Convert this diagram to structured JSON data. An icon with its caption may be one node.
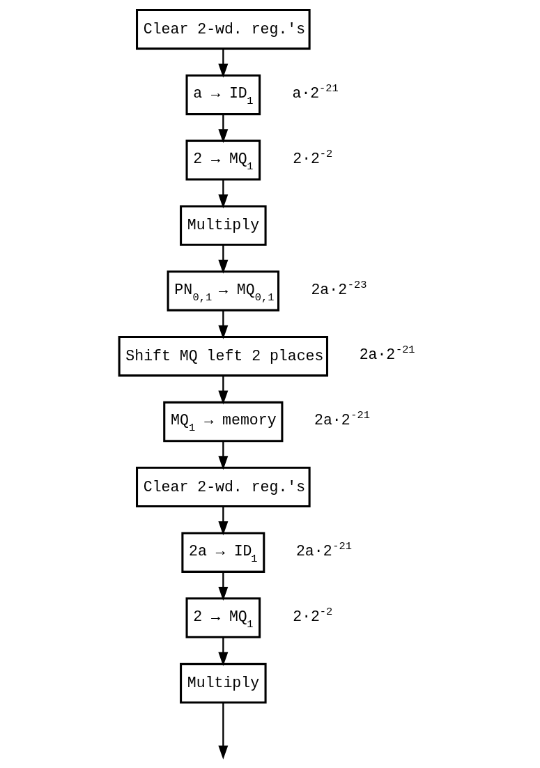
{
  "diagram": {
    "nodes": [
      {
        "text": [
          "Clear 2-wd. reg.'s"
        ]
      },
      {
        "text": [
          "a → ID$_{1}$"
        ],
        "beside": [
          "a·2$^{-21}$"
        ]
      },
      {
        "text": [
          "2 → MQ$_{1}$"
        ],
        "beside": [
          "2·2$^{-2}$"
        ]
      },
      {
        "text": [
          "Multiply"
        ]
      },
      {
        "text": [
          "PN$_{0,1}$ → MQ$_{0,1}$"
        ],
        "beside": [
          "2a·2$^{-23}$"
        ]
      },
      {
        "text": [
          "Shift MQ left 2 places"
        ],
        "beside": [
          "2a·2$^{-21}$"
        ]
      },
      {
        "text": [
          "MQ$_{1}$ → memory"
        ],
        "beside": [
          "2a·2$^{-21}$"
        ]
      },
      {
        "text": [
          "Clear 2-wd. reg.'s"
        ]
      },
      {
        "text": [
          "2a → ID$_{1}$"
        ],
        "beside": [
          "2a·2$^{-21}$"
        ]
      },
      {
        "text": [
          "2 → MQ$_{1}$"
        ],
        "beside": [
          "2·2$^{-2}$"
        ]
      },
      {
        "text": [
          "Multiply"
        ]
      }
    ],
    "edges": [
      {
        "from": 0,
        "to": 1,
        "arrow": "to"
      },
      {
        "from": 1,
        "to": 2,
        "arrow": "to"
      },
      {
        "from": 2,
        "to": 3,
        "arrow": "to"
      },
      {
        "from": 3,
        "to": 4,
        "arrow": "to"
      },
      {
        "from": 4,
        "to": 5,
        "arrow": "to"
      },
      {
        "from": 5,
        "to": 6,
        "arrow": "to"
      },
      {
        "from": 6,
        "to": 7,
        "arrow": "to"
      },
      {
        "from": 7,
        "to": 8,
        "arrow": "to"
      },
      {
        "from": 8,
        "to": 9,
        "arrow": "to"
      },
      {
        "from": 9,
        "to": 10,
        "arrow": "to"
      },
      {
        "from": 10,
        "to": null,
        "arrow": "to"
      }
    ]
  }
}
